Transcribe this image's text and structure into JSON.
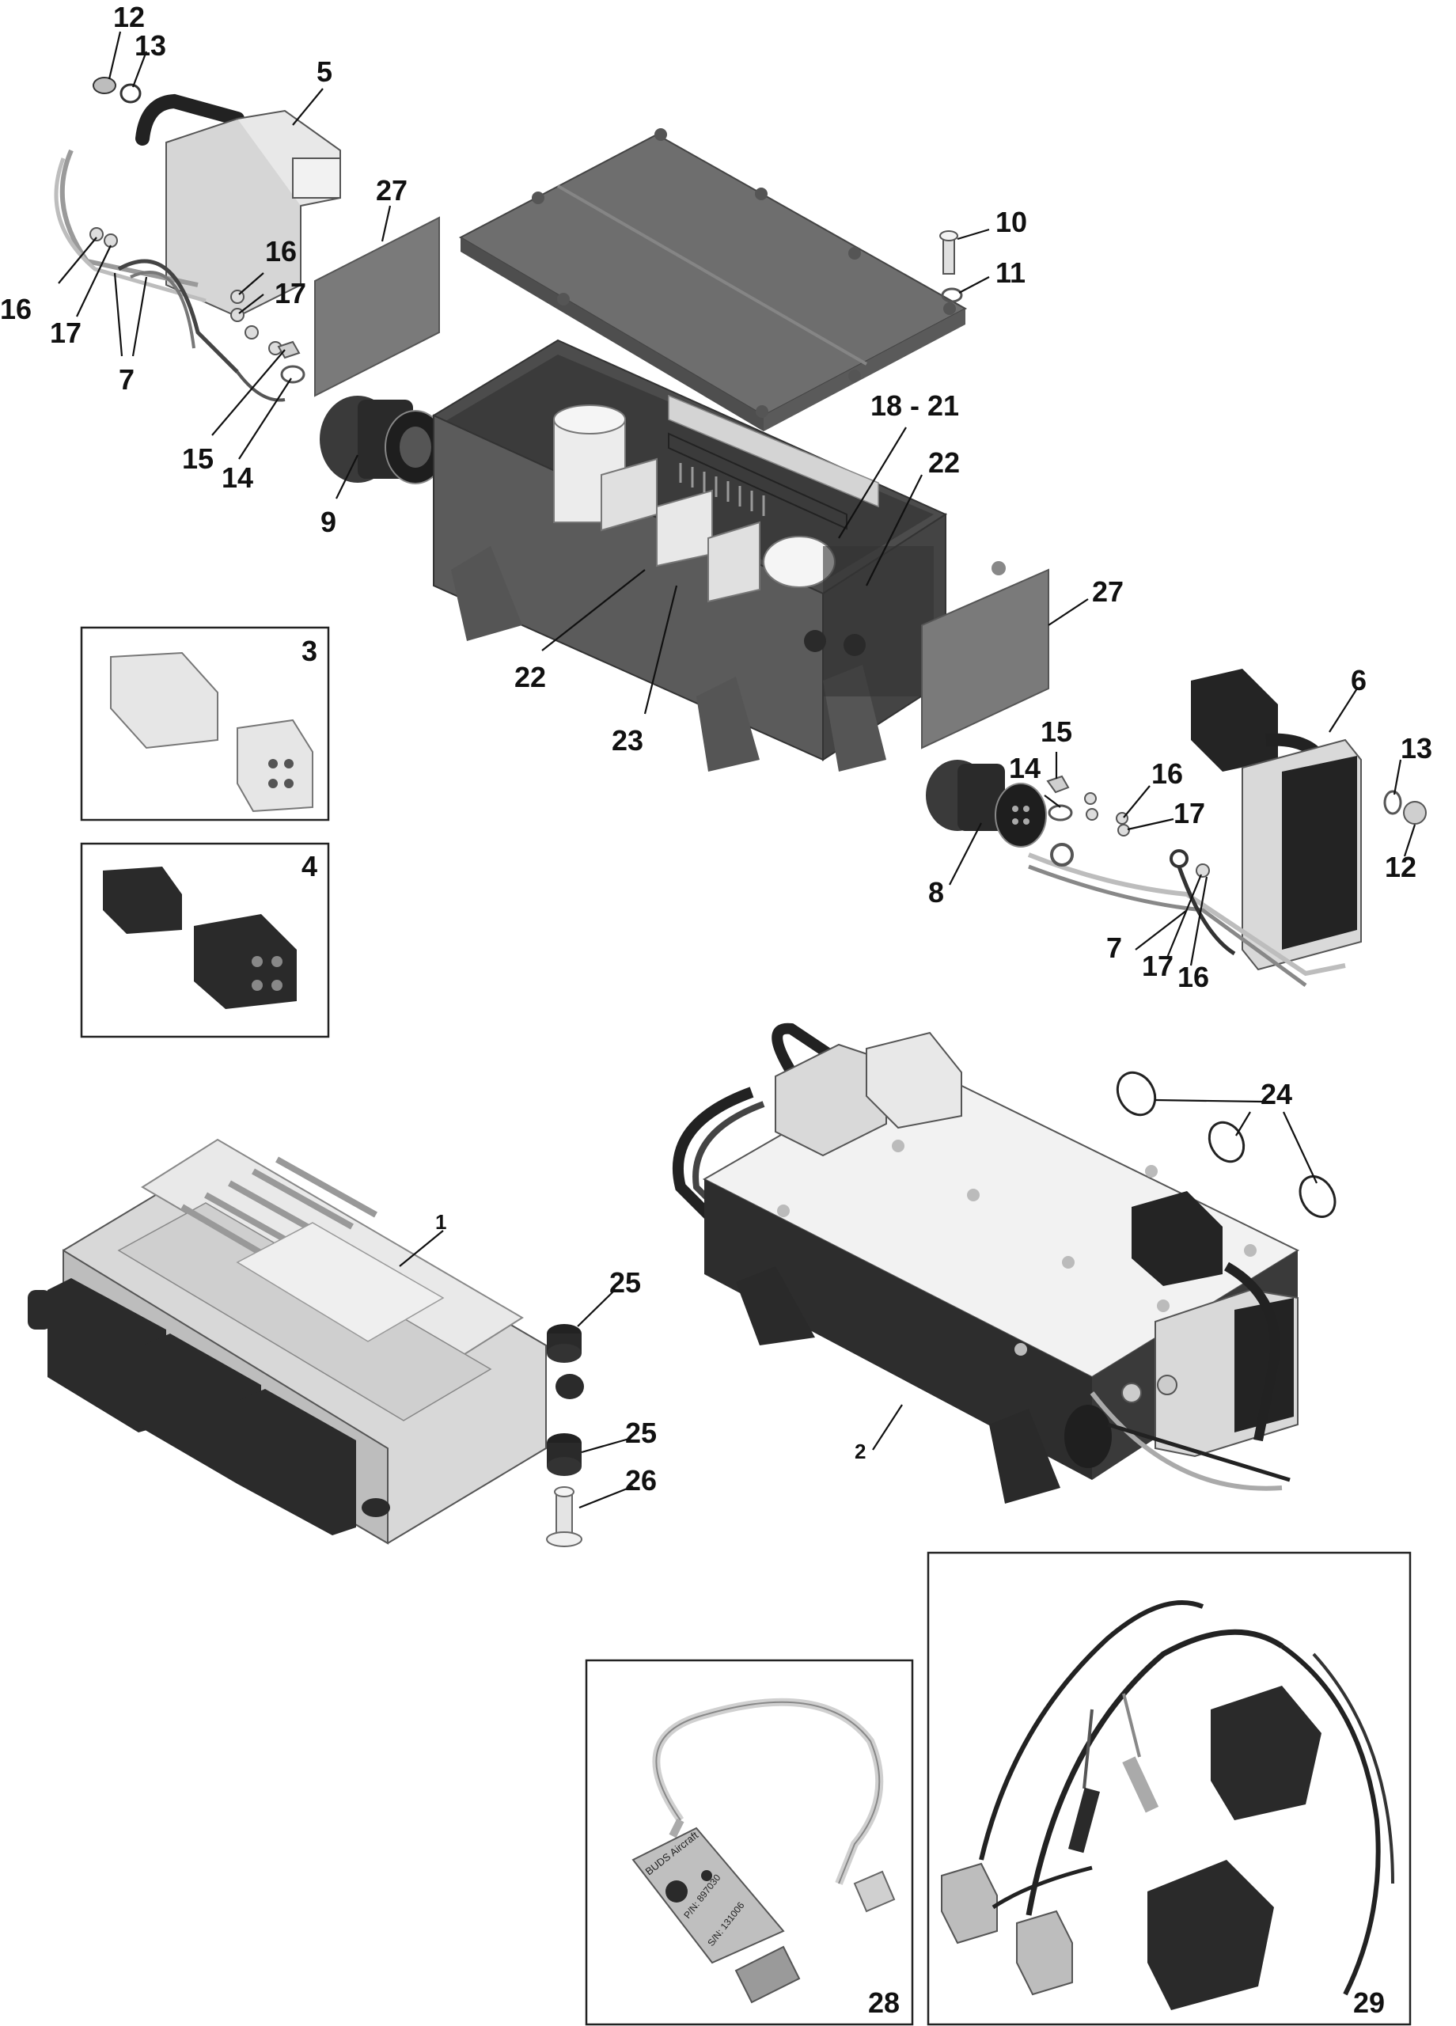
{
  "callouts": {
    "c12a": "12",
    "c13a": "13",
    "c5": "5",
    "c27a": "27",
    "c16a": "16",
    "c16b": "16",
    "c17a": "17",
    "c17b": "17",
    "c7a": "7",
    "c15a": "15",
    "c14a": "14",
    "c9": "9",
    "c10": "10",
    "c11": "11",
    "c18_21": "18 - 21",
    "c22a": "22",
    "c22b": "22",
    "c23": "23",
    "c27b": "27",
    "c3": "3",
    "c4": "4",
    "c6": "6",
    "c15b": "15",
    "c14b": "14",
    "c16c": "16",
    "c17c": "17",
    "c13b": "13",
    "c12b": "12",
    "c8": "8",
    "c7b": "7",
    "c17d": "17",
    "c16d": "16",
    "c24": "24",
    "c1": "1",
    "c25a": "25",
    "c25b": "25",
    "c26": "26",
    "c2": "2",
    "c28": "28",
    "c29": "29"
  },
  "label_stamp": {
    "line1": "BUDS Aircraft",
    "line2": "P/N: 897030",
    "line3": "S/N: 131006"
  },
  "colors": {
    "housing": "#5e5e5e",
    "housing_dark": "#3a3a3a",
    "housing_light": "#d9d9d9",
    "cover": "#6e6e6e",
    "black_part": "#232323",
    "white_part": "#efefef",
    "line": "#111111"
  }
}
